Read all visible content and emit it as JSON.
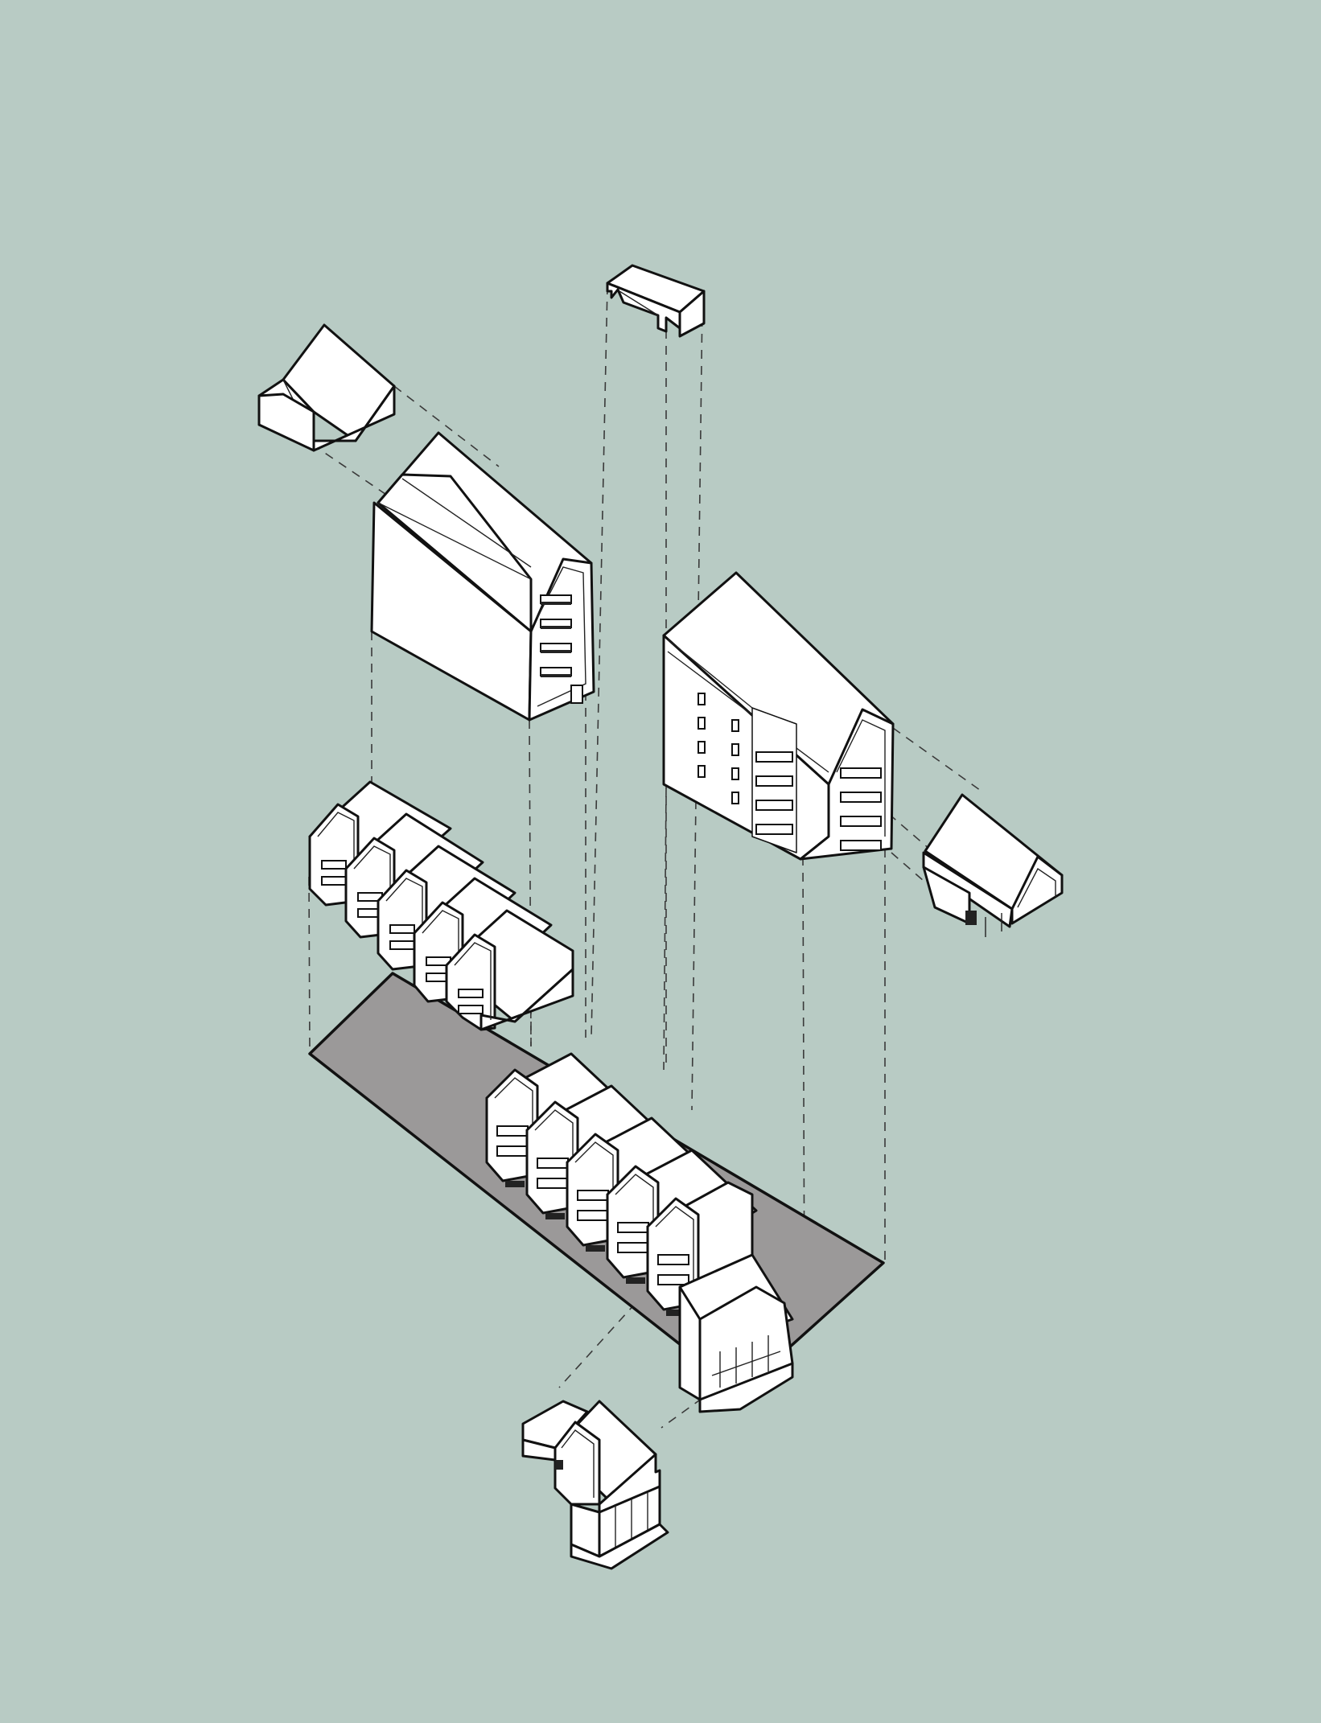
{
  "diagram": {
    "background_color": "#b8cbc4",
    "site_plot_color": "#9b9999",
    "line_color": "#111111",
    "components": [
      "roof-canopy-module",
      "upper-gable-cap",
      "tall-gable-building",
      "apartment-block",
      "small-gable-annex",
      "terraced-row-upper",
      "site-plot",
      "terraced-row-lower",
      "corner-house-module"
    ]
  }
}
